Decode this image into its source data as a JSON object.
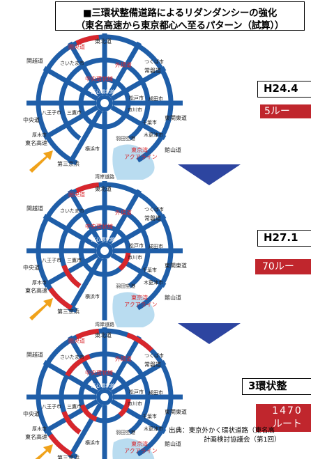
{
  "title": {
    "line1": "■三環状整備道路によるリダンダンシーの強化",
    "line2": "（東名高速から東京都心へ至るパターン（試算））"
  },
  "map_labels": {
    "tohoku": "東北道",
    "kenodo": "圏央道",
    "kanetsu": "関越道",
    "saitama": "さいたま市",
    "gaikan": "外環道",
    "tsukuba": "つくば市",
    "joban": "常磐道",
    "chuo_kanjo": "中央環状線",
    "toshin_kanjo": "都心環状線",
    "matsudo": "松戸市",
    "narita": "成田市",
    "ichikawa": "市川市",
    "chuo_do": "中央道",
    "hachioji": "八王子市",
    "mitaka": "三鷹市",
    "higashi_kanto": "東関東道",
    "chiba": "千葉市",
    "kisarazu": "木更津市",
    "atsugi": "厚木市",
    "tomei": "東名高速",
    "yokohama": "横浜市",
    "haneda": "羽田空港",
    "aqua1": "東京湾",
    "aqua2": "アクアライン",
    "tateyama": "館山道",
    "daisan_keihin": "第三京浜",
    "wangan": "湾岸道路"
  },
  "stages": [
    {
      "title": "H24.4",
      "count": "5ルー"
    },
    {
      "title": "H27.1",
      "count": "70ルー"
    },
    {
      "title": "3環状整",
      "count_line1": "1470",
      "count_line2": "ルート"
    }
  ],
  "source": {
    "line1": "出典：東京外かく環状道路（東名高",
    "line2": "計画検討協議会（第1回）"
  },
  "colors": {
    "road": "#1f5ea8",
    "highlight": "#d8262c",
    "arrow": "#2d45a0",
    "label_bg": "#c0262d",
    "start_arrow": "#f0a21a",
    "bay": "#b9dcf0"
  }
}
